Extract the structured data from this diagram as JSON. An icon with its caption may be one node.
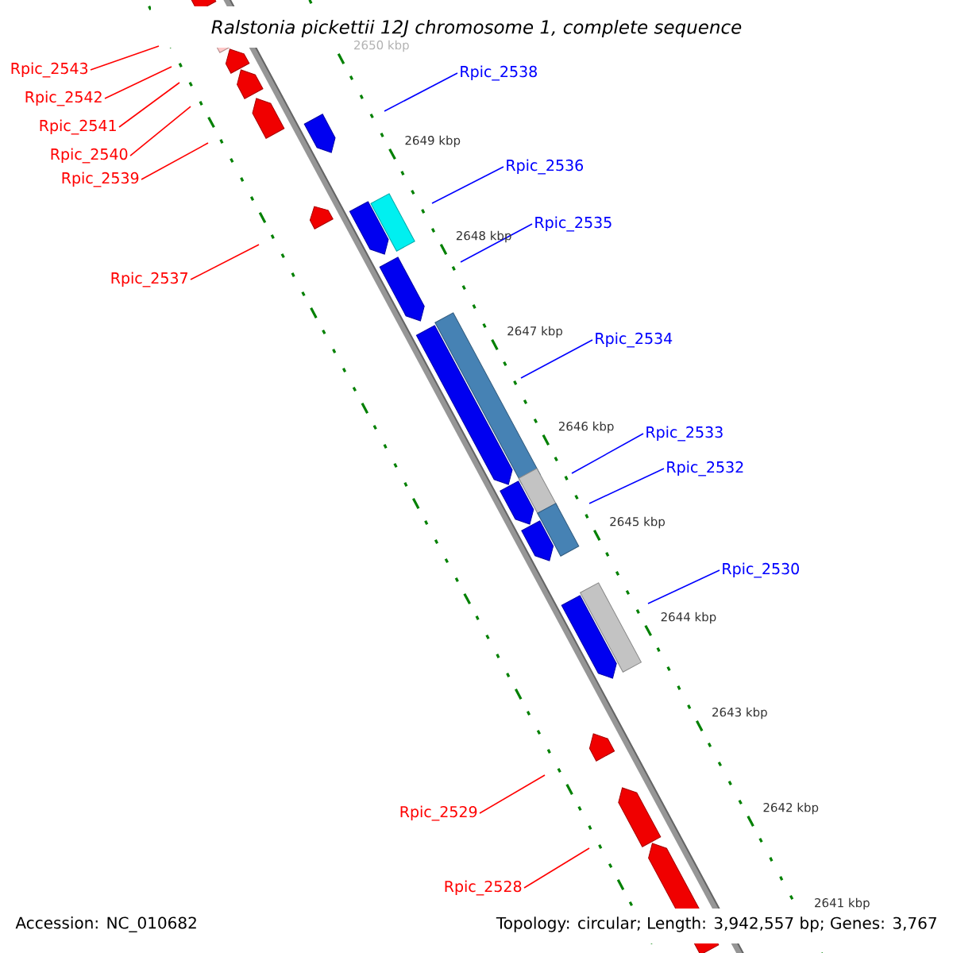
{
  "diagram": {
    "title": "Ralstonia pickettii 12J chromosome 1, complete sequence",
    "nodes": [
      {
        "text": [
          "Rpic_2543"
        ]
      },
      {
        "text": [
          "Rpic_2538"
        ]
      },
      {
        "text": [
          "Rpic_2542"
        ]
      },
      {
        "text": [
          "Rpic_2541"
        ]
      },
      {
        "text": [
          "Rpic_2540"
        ]
      },
      {
        "text": [
          "Rpic_2536"
        ]
      },
      {
        "text": [
          "Rpic_2539"
        ]
      },
      {
        "text": [
          "Rpic_2535"
        ]
      },
      {
        "text": [
          "Rpic_2537"
        ]
      },
      {
        "text": [
          "Rpic_2534"
        ]
      },
      {
        "text": [
          "Rpic_2533"
        ]
      },
      {
        "text": [
          "Rpic_2532"
        ]
      },
      {
        "text": [
          "Rpic_2530"
        ]
      },
      {
        "text": [
          "Rpic_2529"
        ]
      },
      {
        "text": [
          "Rpic_2528"
        ]
      }
    ],
    "edges": [
      {
        "from": 0,
        "to": null,
        "arrow": "none",
        "color": "#ff0000"
      },
      {
        "from": 1,
        "to": null,
        "arrow": "none",
        "color": "#0000ff"
      },
      {
        "from": 2,
        "to": null,
        "arrow": "none",
        "color": "#ff0000"
      },
      {
        "from": 3,
        "to": null,
        "arrow": "none",
        "color": "#ff0000"
      },
      {
        "from": 4,
        "to": null,
        "arrow": "none",
        "color": "#ff0000"
      },
      {
        "from": 5,
        "to": null,
        "arrow": "none",
        "color": "#0000ff"
      },
      {
        "from": 6,
        "to": null,
        "arrow": "none",
        "color": "#ff0000"
      },
      {
        "from": 7,
        "to": null,
        "arrow": "none",
        "color": "#0000ff"
      },
      {
        "from": 8,
        "to": null,
        "arrow": "none",
        "color": "#ff0000"
      },
      {
        "from": 9,
        "to": null,
        "arrow": "none",
        "color": "#0000ff"
      },
      {
        "from": 10,
        "to": null,
        "arrow": "none",
        "color": "#0000ff"
      },
      {
        "from": 11,
        "to": null,
        "arrow": "none",
        "color": "#0000ff"
      },
      {
        "from": 12,
        "to": null,
        "arrow": "none",
        "color": "#0000ff"
      },
      {
        "from": 13,
        "to": null,
        "arrow": "none",
        "color": "#ff0000"
      },
      {
        "from": 14,
        "to": null,
        "arrow": "none",
        "color": "#ff0000"
      }
    ],
    "labels": [
      "2650 kbp",
      "2649 kbp",
      "2648 kbp",
      "2647 kbp",
      "2646 kbp",
      "2645 kbp",
      "2644 kbp",
      "2643 kbp",
      "2642 kbp",
      "2641 kbp",
      "Accession: NC_010682",
      "Topology: circular; Length: 3,942,557 bp; Genes: 3,767"
    ]
  }
}
